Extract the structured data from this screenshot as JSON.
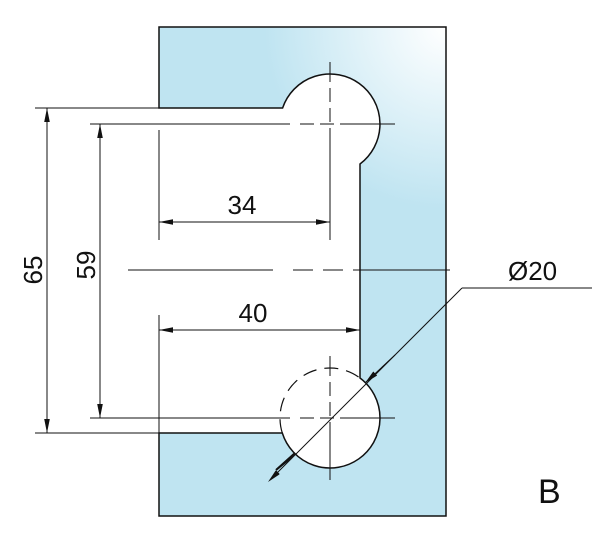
{
  "drawing": {
    "dimensions": {
      "overall_height": "65",
      "center_distance": "59",
      "top_center_offset": "34",
      "bottom_edge_offset": "40",
      "hole_diameter": "Ø20"
    },
    "view_label": "B",
    "colors": {
      "glass": "#bfe4f1",
      "glass_highlight": "#ffffff",
      "line": "#111111"
    }
  }
}
